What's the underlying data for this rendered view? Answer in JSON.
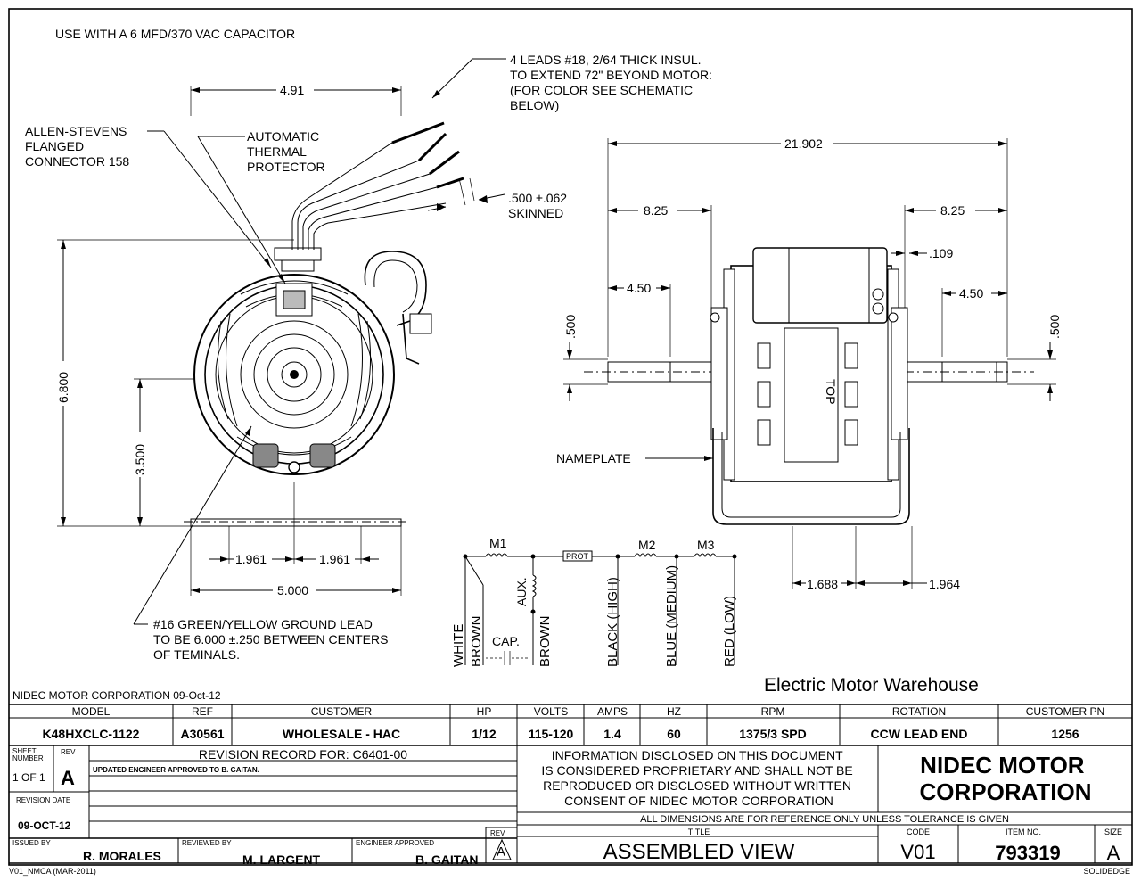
{
  "header": {
    "capacitor_note": "USE WITH A 6 MFD/370 VAC CAPACITOR",
    "company_line": "NIDEC MOTOR CORPORATION 09-Oct-12",
    "dealer": "Electric Motor Warehouse"
  },
  "front_view": {
    "dim_top": "4.91",
    "dim_height": "6.800",
    "dim_center": "3.500",
    "dim_half_left": "1.961",
    "dim_half_right": "1.961",
    "dim_base": "5.000",
    "connector_note": [
      "ALLEN-STEVENS",
      "FLANGED",
      "CONNECTOR 158"
    ],
    "thermal_note": [
      "AUTOMATIC",
      "THERMAL",
      "PROTECTOR"
    ],
    "leads_note": [
      "4  LEADS #18,  2/64  THICK  INSUL.",
      "TO EXTEND 72\" BEYOND MOTOR:",
      "(FOR COLOR SEE SCHEMATIC",
      "BELOW)"
    ],
    "skinned_note": [
      ".500 ±.062",
      "SKINNED"
    ],
    "ground_note": [
      "#16  GREEN/YELLOW  GROUND  LEAD",
      "TO BE 6.000 ±.250 BETWEEN CENTERS",
      "OF TEMINALS."
    ]
  },
  "side_view": {
    "dim_overall": "21.902",
    "dim_left_shaft": "8.25",
    "dim_right_shaft": "8.25",
    "dim_left_flat": "4.50",
    "dim_right_flat": "4.50",
    "dim_gap": ".109",
    "dim_left_dia": ".500",
    "dim_right_dia": ".500",
    "dim_bottom_left": "1.688",
    "dim_bottom_right": "1.964",
    "nameplate": "NAMEPLATE",
    "top_label": "TOP"
  },
  "schematic": {
    "m1": "M1",
    "m2": "M2",
    "m3": "M3",
    "prot": "PROT",
    "aux": "AUX.",
    "cap": "CAP.",
    "white": "WHITE",
    "brown1": "BROWN",
    "brown2": "BROWN",
    "black": "BLACK (HIGH)",
    "blue": "BLUE (MEDIUM)",
    "red": "RED (LOW)"
  },
  "title_block": {
    "headers": {
      "model": "MODEL",
      "ref": "REF",
      "customer": "CUSTOMER",
      "hp": "HP",
      "volts": "VOLTS",
      "amps": "AMPS",
      "hz": "HZ",
      "rpm": "RPM",
      "rotation": "ROTATION",
      "customer_pn": "CUSTOMER PN"
    },
    "values": {
      "model": "K48HXCLC-1122",
      "ref": "A30561",
      "customer": "WHOLESALE - HAC",
      "hp": "1/12",
      "volts": "115-120",
      "amps": "1.4",
      "hz": "60",
      "rpm": "1375/3 SPD",
      "rotation": "CCW LEAD END",
      "customer_pn": "1256"
    },
    "sheet_label": [
      "SHEET",
      "NUMBER"
    ],
    "sheet_value": "1 OF 1",
    "rev_label": "REV",
    "rev_value": "A",
    "revision_title": "REVISION RECORD FOR: C6401-00",
    "revision_line": "UPDATED ENGINEER APPROVED TO B. GAITAN.",
    "revision_date_label": "REVISION DATE",
    "revision_date": "09-OCT-12",
    "issued_label": "ISSUED BY",
    "issued_by": "R. MORALES",
    "reviewed_label": "REVIEWED BY",
    "reviewed_by": "M. LARGENT",
    "engineer_label": "ENGINEER APPROVED",
    "engineer": "B. GAITAN",
    "rev2_label": "REV",
    "rev2_value": "A",
    "disclaimer": [
      "INFORMATION DISCLOSED ON THIS DOCUMENT",
      "IS CONSIDERED PROPRIETARY AND SHALL NOT BE",
      "REPRODUCED OR DISCLOSED WITHOUT WRITTEN",
      "CONSENT OF NIDEC MOTOR CORPORATION"
    ],
    "company": [
      "NIDEC MOTOR",
      "CORPORATION"
    ],
    "dims_note": "ALL DIMENSIONS ARE FOR REFERENCE ONLY UNLESS TOLERANCE IS GIVEN",
    "title_label": "TITLE",
    "title": "ASSEMBLED VIEW",
    "code_label": "CODE",
    "code": "V01",
    "item_label": "ITEM NO.",
    "item": "793319",
    "size_label": "SIZE",
    "size": "A",
    "footer_left": "V01_NMCA (MAR-2011)",
    "footer_right": "SOLIDEDGE"
  }
}
